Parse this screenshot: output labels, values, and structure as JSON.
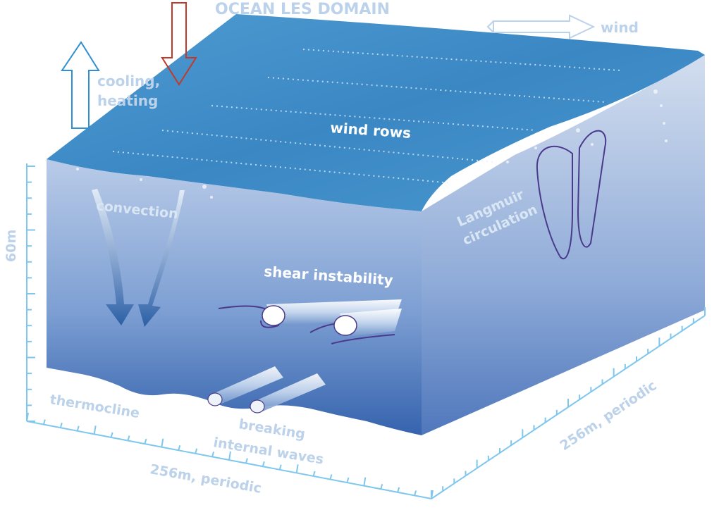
{
  "title": "OCEAN LES DOMAIN",
  "labels": {
    "wind": "wind",
    "cooling_line1": "cooling,",
    "cooling_line2": "heating",
    "wind_rows": "wind rows",
    "convection": "convection",
    "langmuir_line1": "Langmuir",
    "langmuir_line2": "circulation",
    "shear_instability": "shear instability",
    "thermocline": "thermocline",
    "breaking_line1": "breaking",
    "breaking_line2": "internal waves"
  },
  "axes": {
    "depth": "60m",
    "front_width": "256m, periodic",
    "side_width": "256m, periodic"
  },
  "colors": {
    "surface": "#3f8fca",
    "water_top": "#b7c9e6",
    "water_bottom": "#3563ad",
    "side_top": "#c9d6ee",
    "side_bottom": "#5d84c4",
    "axis": "#7fc7ee",
    "cooling_arrow": "#2f8fd0",
    "heating_arrow": "#c0392b",
    "streamline": "#4b3a8c"
  }
}
